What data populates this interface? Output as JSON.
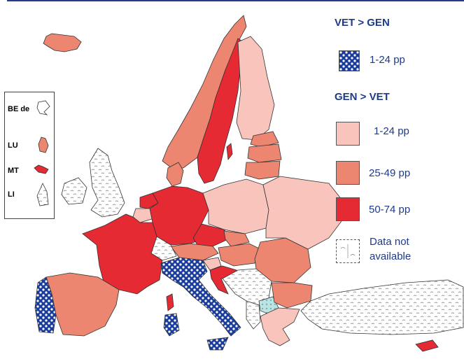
{
  "legend": {
    "vet_heading": "VET > GEN",
    "gen_heading": "GEN > VET",
    "items": [
      {
        "label": "1-24 pp",
        "color": "#1a3d9c",
        "pattern": "checker"
      },
      {
        "label": "1-24 pp",
        "color": "#f8c4bc"
      },
      {
        "label": "25-49 pp",
        "color": "#ec8670"
      },
      {
        "label": "50-74 pp",
        "color": "#e52a33"
      },
      {
        "label_line1": "Data not",
        "label_line2": "available",
        "color": "#ffffff",
        "pattern": "dotted"
      }
    ]
  },
  "inset": {
    "labels": [
      "BE de",
      "LU",
      "MT",
      "LI"
    ]
  },
  "colors": {
    "vet_checker": "#1a3d9c",
    "gen_1_24": "#f8c4bc",
    "gen_25_49": "#ec8670",
    "gen_50_74": "#e52a33",
    "no_data": "#ffffff",
    "sea": "#ffffff",
    "border": "#333333"
  }
}
